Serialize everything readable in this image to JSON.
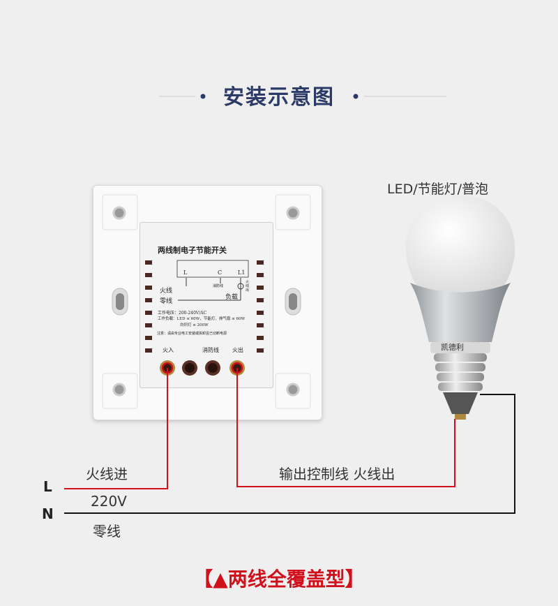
{
  "title": "安装示意图",
  "bulb": {
    "label": "LED/节能灯/普泡",
    "brand": "凯德利"
  },
  "switch_module": {
    "name": "两线制电子节能开关",
    "terminals_top": [
      "L",
      "C",
      "L1"
    ],
    "fire_label": "消防线",
    "lamp_label": "火线出",
    "live": "火线",
    "neutral": "零线",
    "load": "负载",
    "spec_voltage": "工作电压：200-240V/AC",
    "spec_load": "工作负载：LED ≤ 60W，节能灯、排气扇 ≤ 60W",
    "spec_incandescent": "白炽灯 ≤ 200W",
    "note": "注意：请由专业电工安装或拆卸且已切断电源",
    "terminal_labels": [
      "火入",
      "消防线",
      "火出"
    ]
  },
  "wiring": {
    "L": "L",
    "N": "N",
    "live_in": "火线进",
    "voltage": "220V",
    "neutral": "零线",
    "output": "输出控制线 火线出"
  },
  "footer": "【▲两线全覆盖型】",
  "colors": {
    "title": "#2b3a66",
    "live_wire": "#d0111b",
    "neutral_wire": "#111111",
    "footer": "#d0111b"
  }
}
